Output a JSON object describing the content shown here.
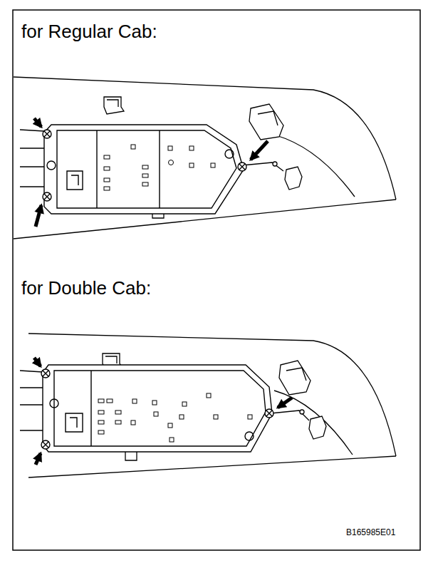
{
  "diagram": {
    "labels": [
      "for Regular Cab:",
      "for Double Cab:",
      "B165985E01"
    ]
  }
}
